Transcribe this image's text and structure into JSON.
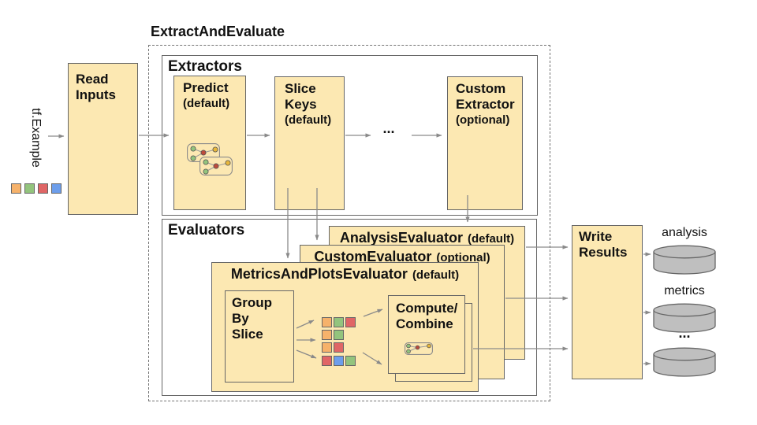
{
  "title": "ExtractAndEvaluate",
  "input": {
    "label": "tf.Example",
    "squares": [
      "orange",
      "green",
      "red",
      "blue"
    ]
  },
  "read_inputs": {
    "label": "Read Inputs"
  },
  "extractors": {
    "label": "Extractors",
    "ellipsis": "...",
    "items": [
      {
        "name": "Predict",
        "qualifier": "(default)"
      },
      {
        "name": "Slice Keys",
        "qualifier": "(default)"
      },
      {
        "name": "Custom Extractor",
        "qualifier": "(optional)"
      }
    ]
  },
  "evaluators": {
    "label": "Evaluators",
    "stack": [
      {
        "name": "AnalysisEvaluator",
        "qualifier": "(default)"
      },
      {
        "name": "CustomEvaluator",
        "qualifier": "(optional)"
      },
      {
        "name": "MetricsAndPlotsEvaluator",
        "qualifier": "(default)"
      }
    ],
    "group_by_slice": {
      "label": "Group By Slice"
    },
    "compute_combine": {
      "label": "Compute/ Combine"
    },
    "slice_rows": [
      [
        "orange",
        "green",
        "red"
      ],
      [
        "orange",
        "green"
      ],
      [
        "orange",
        "red"
      ],
      [
        "red",
        "blue",
        "green"
      ]
    ]
  },
  "write_results": {
    "label": "Write Results"
  },
  "outputs": [
    {
      "label": "analysis"
    },
    {
      "label": "metrics"
    },
    {
      "label": "..."
    }
  ],
  "colors": {
    "box_fill": "#FCE8B2",
    "box_border": "#666666",
    "arrow": "#8A8A8A",
    "dashed_border": "#737373",
    "cylinder_fill": "#BFBFBF",
    "squares": {
      "orange": "#F6B26B",
      "green": "#93C47D",
      "red": "#E06666",
      "blue": "#6D9EEB"
    },
    "node": {
      "green": "#93C47D",
      "red": "#BE4B3B",
      "yellow": "#E8B73A"
    }
  }
}
